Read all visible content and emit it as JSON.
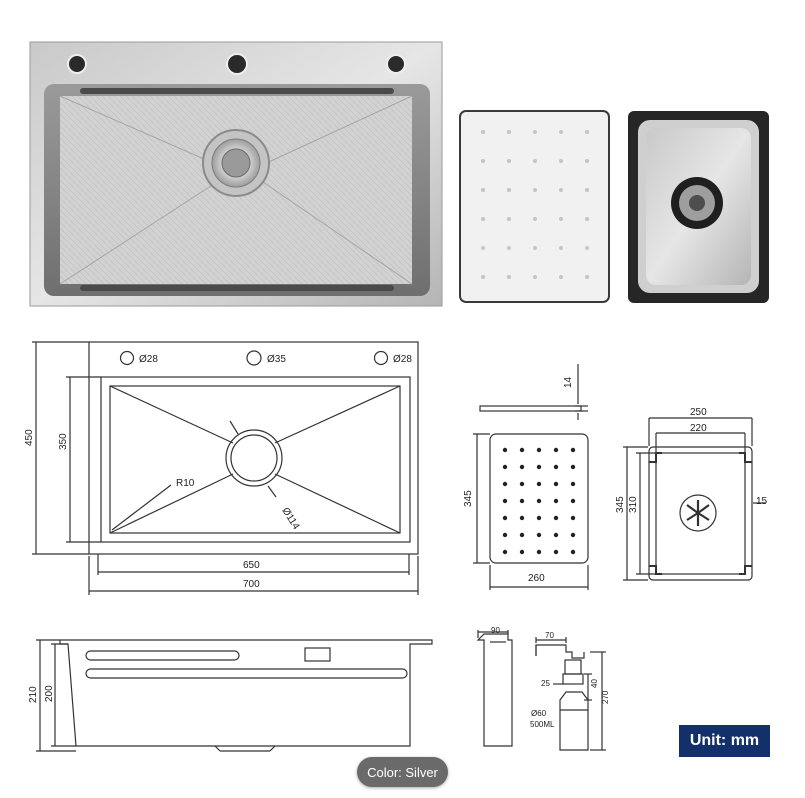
{
  "photos": {
    "main_sink": "stainless steel kitchen sink",
    "drain_board": "perforated drain board",
    "small_basin": "small basin with drain"
  },
  "top_view": {
    "holes": [
      {
        "label": "Ø28"
      },
      {
        "label": "Ø35"
      },
      {
        "label": "Ø28"
      }
    ],
    "dim_width_outer": "700",
    "dim_width_inner": "650",
    "dim_depth_outer": "450",
    "dim_depth_inner": "350",
    "radius_label": "R10",
    "drain_label": "Ø114"
  },
  "board_view": {
    "thickness": "14",
    "height": "345",
    "width": "260"
  },
  "basin_view": {
    "outer_width": "250",
    "inner_width": "220",
    "outer_height": "345",
    "inner_height": "310",
    "rim": "15"
  },
  "side_view": {
    "outer_height": "210",
    "inner_height": "200"
  },
  "accessory_view": {
    "tray_width": "90",
    "pump_width": "70",
    "thread": "25",
    "collar": "40",
    "total_height": "270",
    "bottle_dia": "Ø60",
    "capacity": "500ML"
  },
  "unit_label": "Unit: mm",
  "color_label": "Color: Silver",
  "colors": {
    "badge_bg": "#14306b",
    "pill_bg": "#6a6a6a",
    "steel_light": "#d8d8d8",
    "steel_dark": "#7a7a7a",
    "line": "#333333"
  }
}
